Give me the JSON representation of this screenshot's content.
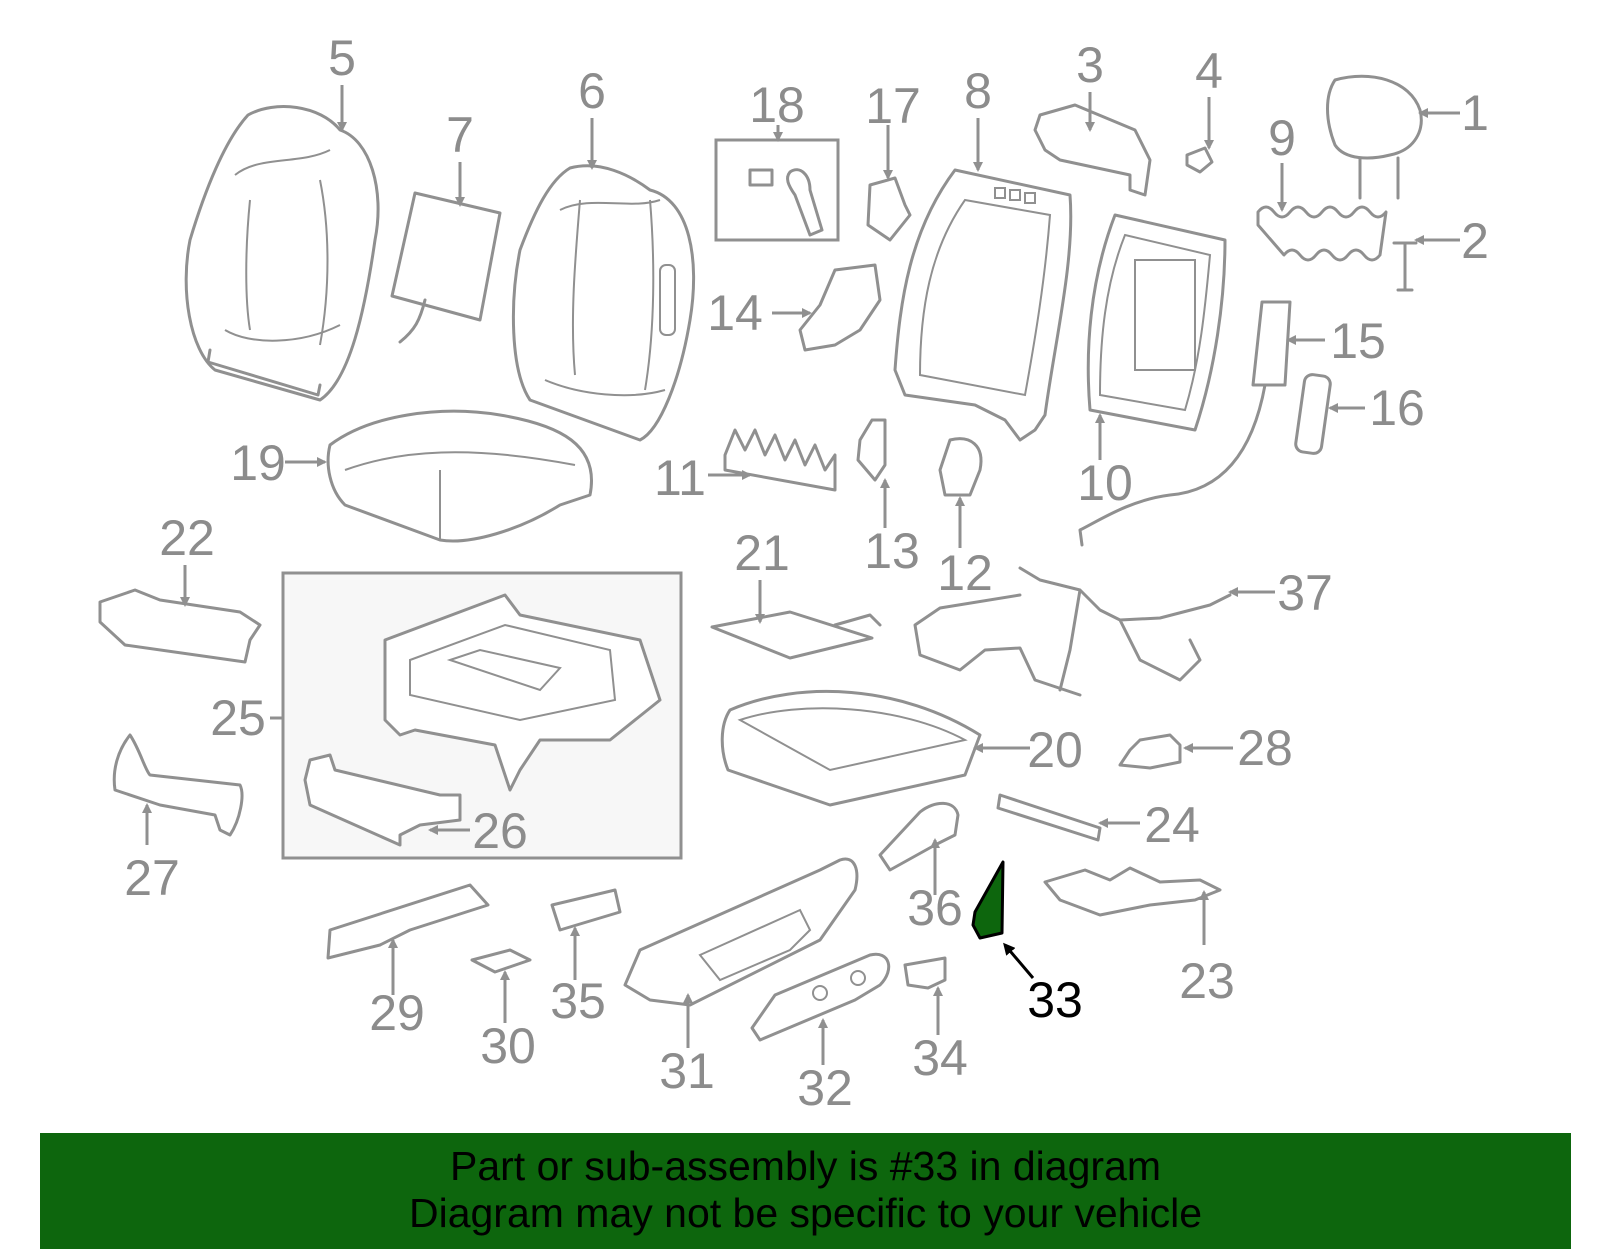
{
  "highlight_color": "#0d660d",
  "highlighted_part": "33",
  "labels": [
    "1",
    "2",
    "3",
    "4",
    "5",
    "6",
    "7",
    "8",
    "9",
    "10",
    "11",
    "12",
    "13",
    "14",
    "15",
    "16",
    "17",
    "18",
    "19",
    "20",
    "21",
    "22",
    "23",
    "24",
    "25",
    "26",
    "27",
    "28",
    "29",
    "30",
    "31",
    "32",
    "33",
    "34",
    "35",
    "36",
    "37"
  ],
  "banner": {
    "line1": "Part or sub-assembly is #33 in diagram",
    "line2": "Diagram may not be specific to your vehicle"
  }
}
